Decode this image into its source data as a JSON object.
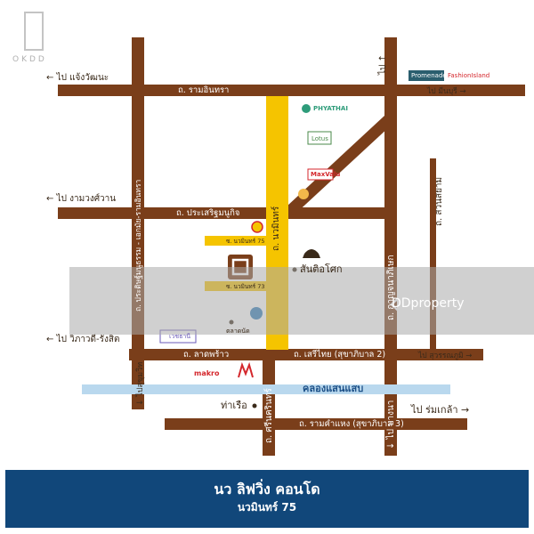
{
  "brand": {
    "okdd": "OKDD",
    "ddproperty": "DDproperty"
  },
  "roads": {
    "ramintra": "ถ. รามอินทรา",
    "prasert": "ถ. ประเสริฐมนูกิจ",
    "ladprao": "ถ. ลาดพร้าว",
    "serithai": "ถ. เสรีไทย (สุขาภิบาล 2)",
    "ramkhamhaeng": "ถ. รามคำแหง (สุขาภิบาล 3)",
    "nawamin": "ถ. นวมินทร์",
    "srinakarin": "ถ. ศรีนครินทร์",
    "kanchana": "ถ. กาญจนาภิเษก",
    "suanson": "ถ. สวนสยาม",
    "kasetnawamin": "ถ. ประดิษฐ์มนูธรรม - เอกมัย-รามอินทรา",
    "soi75": "ซ. นวมินทร์ 75",
    "soi73": "ซ. นวมินทร์ 73",
    "klong": "คลองแสนแสบ"
  },
  "directions": {
    "khlaiwattana": "← ไป แจ้งวัฒนะ",
    "ngamwongwan": "← ไป งามวงศ์วาน",
    "vibhavadi": "← ไป วิภาวดี-รังสิต",
    "minburi": "ไป มีนบุรี →",
    "suvarnabhumi": "ไป สุวรรณภูมิ →",
    "romklao": "ไป ร่มเกล้า →",
    "up_nakhon": "ไป ↑",
    "down_bangna": "↓ ไป บางนา",
    "down_sukhumvit": "↓ ไปสุขุมวิท"
  },
  "pois": {
    "santisuk": "สันติอโศก",
    "tharuea": "ท่าเรือ",
    "phyathai": "PHYATHAI",
    "lotus": "Lotus",
    "maxvalu": "MaxValu",
    "makro": "makro",
    "fashionisland": "FashionIsland",
    "promenade": "Promenade",
    "hospital": "เวชธานี",
    "market": "ตลาดนัด"
  },
  "banner": {
    "title": "นว ลิฟวิ่ง คอนโด",
    "subtitle": "นวมินทร์ 75"
  }
}
